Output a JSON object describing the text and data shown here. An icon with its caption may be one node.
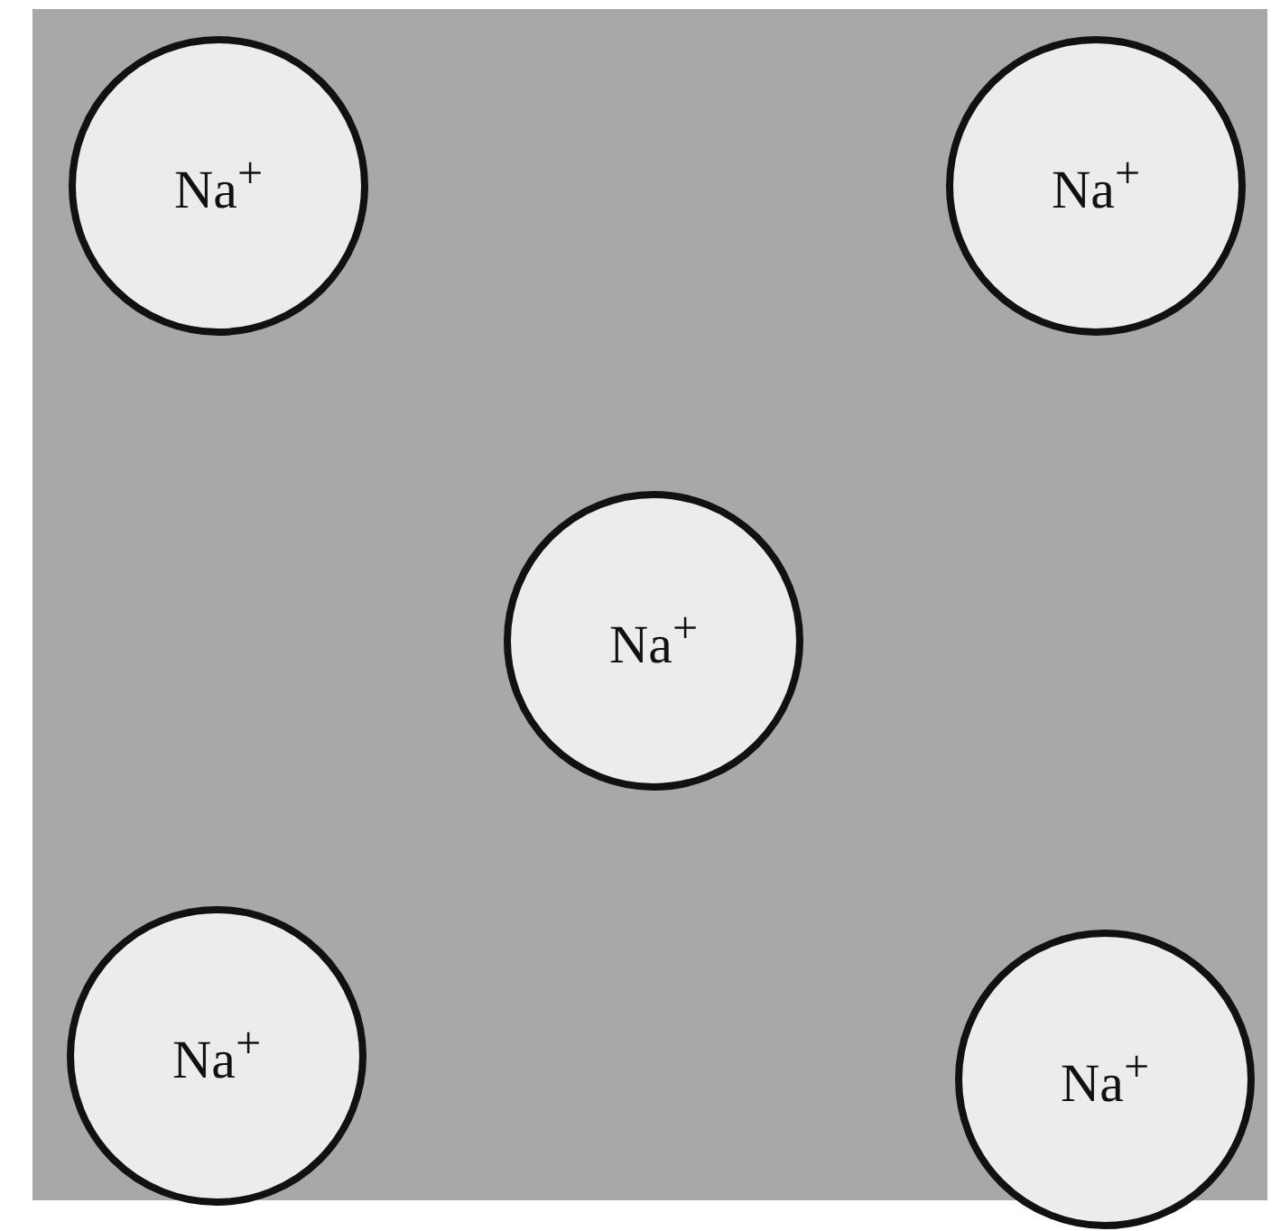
{
  "diagram": {
    "nodes": [
      {
        "text": [
          "Na$^{+}$"
        ]
      },
      {
        "text": [
          "Na$^{+}$"
        ]
      },
      {
        "text": [
          "Na$^{+}$"
        ]
      },
      {
        "text": [
          "Na$^{+}$"
        ]
      },
      {
        "text": [
          "Na$^{+}$"
        ]
      }
    ]
  }
}
